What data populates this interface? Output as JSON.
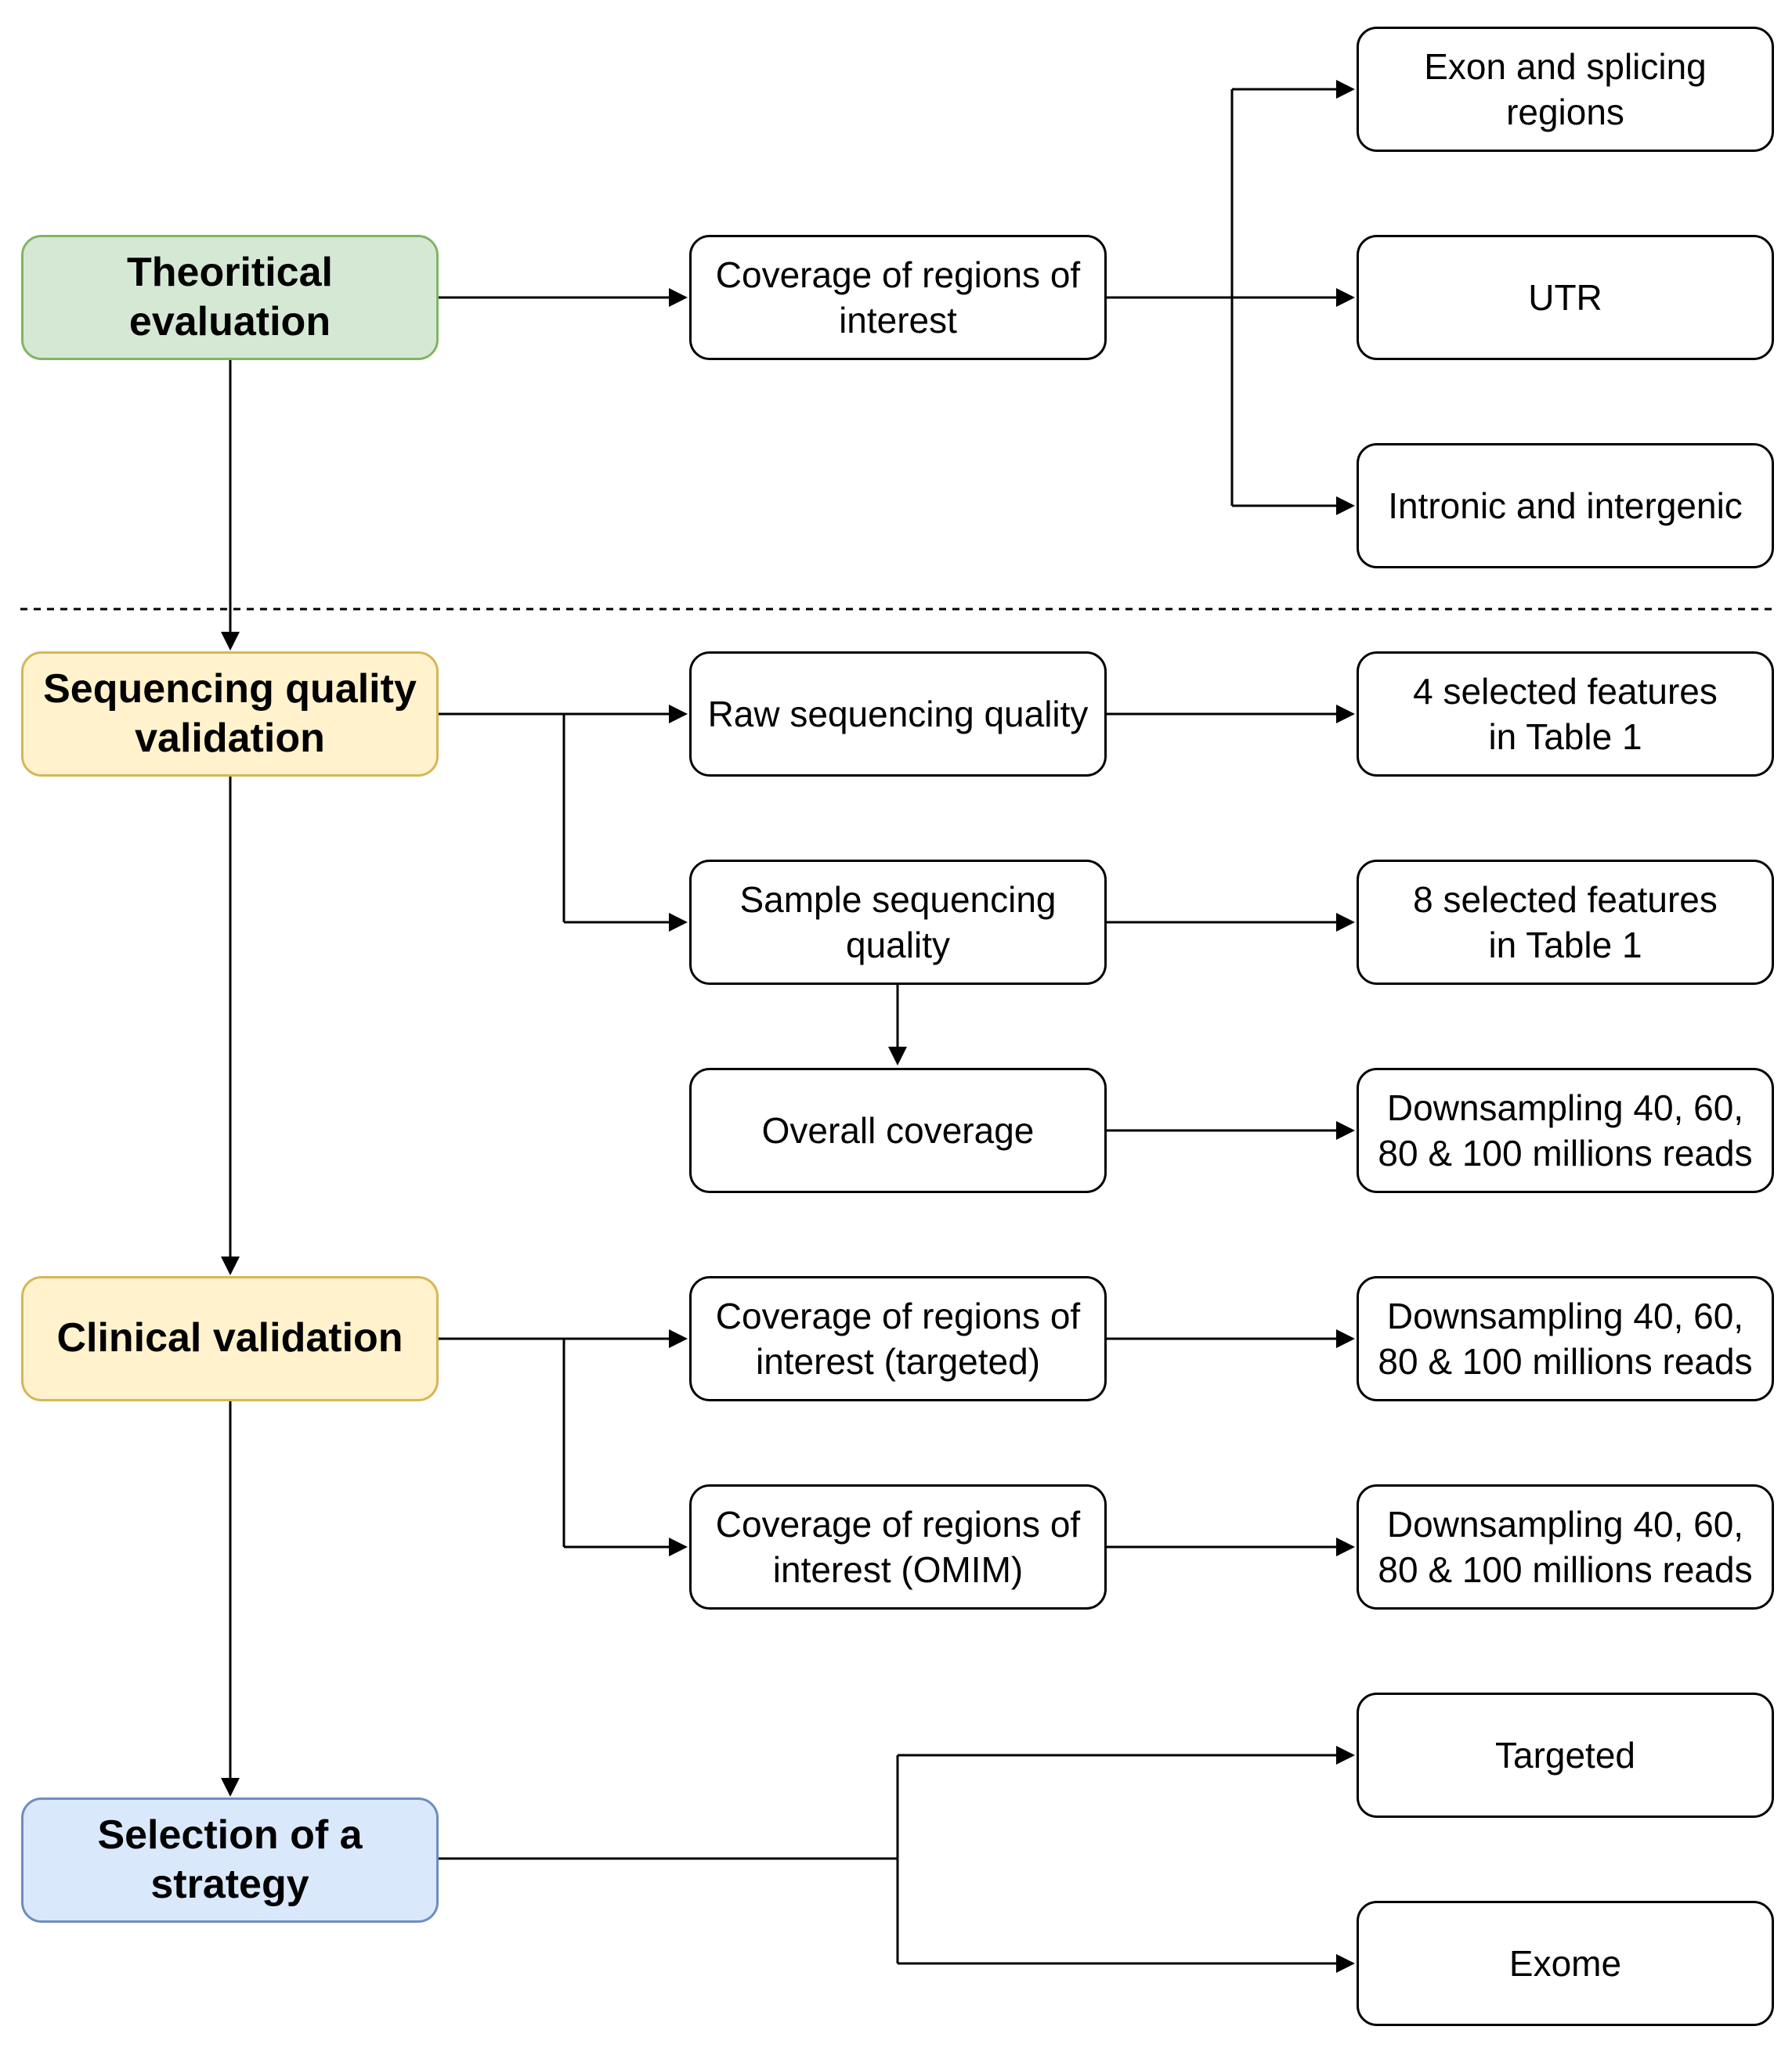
{
  "stages": {
    "theoretical": "Theoritical evaluation",
    "sequencing": "Sequencing quality validation",
    "clinical": "Clinical validation",
    "selection": "Selection of a strategy"
  },
  "steps": {
    "coverage_roi": "Coverage of regions of interest",
    "raw_quality": "Raw sequencing quality",
    "sample_quality": "Sample sequencing quality",
    "overall_coverage": "Overall coverage",
    "coverage_targeted": "Coverage of regions of interest (targeted)",
    "coverage_omim": "Coverage of regions of interest (OMIM)"
  },
  "outcomes": {
    "exon_splicing": "Exon and splicing regions",
    "utr": "UTR",
    "intronic": "Intronic and intergenic",
    "four_features": "4 selected features in Table 1",
    "eight_features": "8 selected features in Table 1",
    "downsampling_overall": "Downsampling 40, 60, 80 & 100 millions reads",
    "downsampling_targeted": "Downsampling 40, 60, 80 & 100 millions reads",
    "downsampling_omim": "Downsampling 40, 60, 80 & 100 millions reads",
    "targeted": "Targeted",
    "exome": "Exome"
  }
}
